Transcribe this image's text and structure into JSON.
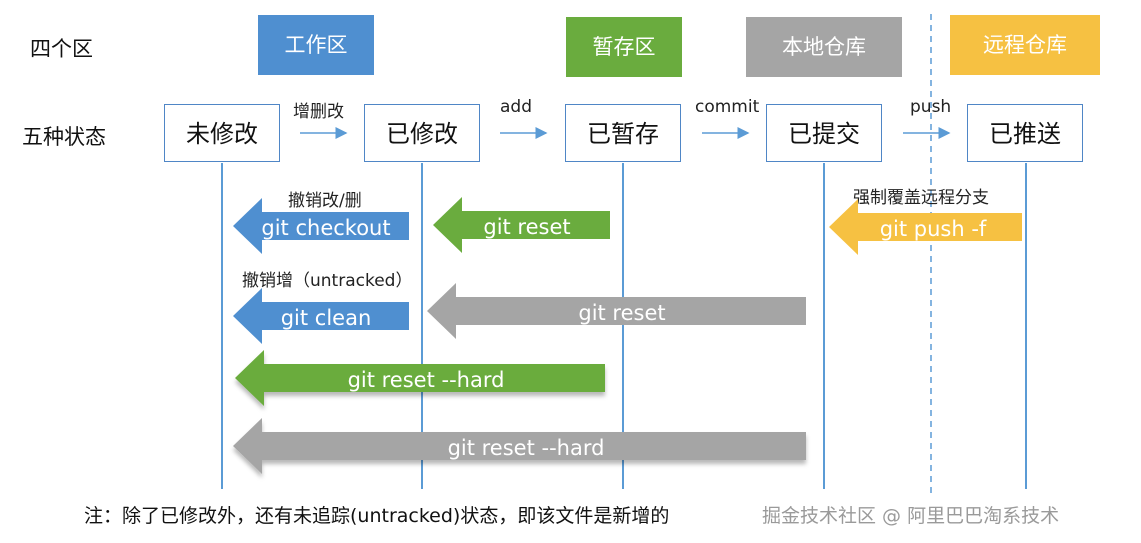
{
  "rows": {
    "areas_label": "四个区",
    "states_label": "五种状态"
  },
  "areas": [
    {
      "label": "工作区",
      "color": "#4f8fd0"
    },
    {
      "label": "暂存区",
      "color": "#6aac3e"
    },
    {
      "label": "本地仓库",
      "color": "#a5a5a5"
    },
    {
      "label": "远程仓库",
      "color": "#f6c142"
    }
  ],
  "states": [
    "未修改",
    "已修改",
    "已暂存",
    "已提交",
    "已推送"
  ],
  "transitions": [
    "增删改",
    "add",
    "commit",
    "push"
  ],
  "operations": {
    "checkout": {
      "caption": "撤销改/删",
      "command": "git checkout"
    },
    "clean": {
      "caption": "撤销增（untracked）",
      "command": "git clean"
    },
    "reset_soft": {
      "command": "git reset"
    },
    "reset_commit": {
      "command": "git reset"
    },
    "reset_hard_stage": {
      "command": "git reset --hard"
    },
    "reset_hard_commit": {
      "command": "git reset --hard"
    },
    "push_force": {
      "caption": "强制覆盖远程分支",
      "command": "git push -f"
    }
  },
  "footer": {
    "note": "注：除了已修改外，还有未追踪(untracked)状态，即该文件是新增的",
    "watermark": "掘金技术社区 @ 阿里巴巴淘系技术"
  },
  "colors": {
    "blue": "#4f8fd0",
    "green": "#6aac3e",
    "gray": "#a5a5a5",
    "yellow": "#f6c142",
    "line": "#5b9bd5"
  }
}
